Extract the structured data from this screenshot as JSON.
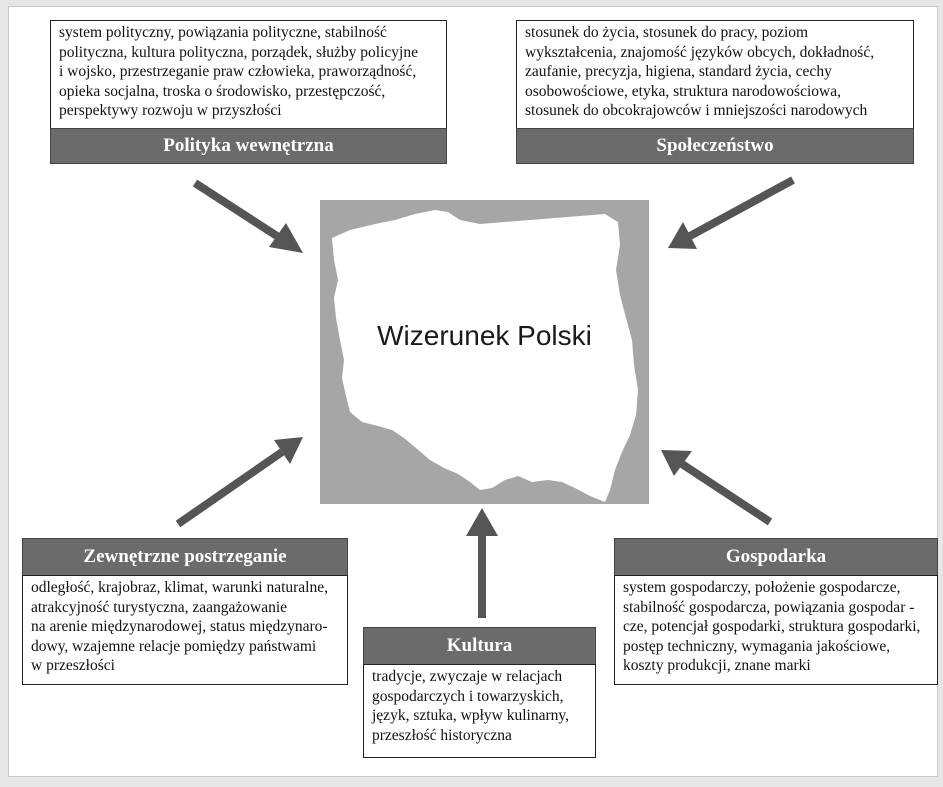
{
  "title": "Wizerunek Polski",
  "polityka": {
    "header": "Polityka wewnętrzna",
    "text": "system polityczny, powiązania polityczne, stabilność\npolityczna, kultura polityczna, porządek, służby policyjne\ni wojsko, przestrzeganie praw człowieka, praworządność,\nopieka socjalna, troska o  środowisko, przestępczość,\nperspektywy rozwoju w przyszłości"
  },
  "spoleczenstwo": {
    "header": "Społeczeństwo",
    "text": "stosunek do życia, stosunek do pracy, poziom\nwykształcenia, znajomość języków obcych, dokładność,\nzaufanie, precyzja, higiena, standard życia, cechy\nosobowościowe, etyka, struktura narodowościowa,\nstosunek do obcokrajowców i mniejszości narodowych"
  },
  "zewnetrzne": {
    "header": "Zewnętrzne postrzeganie",
    "text": "odległość, krajobraz, klimat, warunki naturalne,\natrakcyjność turystyczna, zaangażowanie\nna arenie międzynarodowej, status międzynaro-\ndowy, wzajemne relacje pomiędzy państwami\nw przeszłości"
  },
  "kultura": {
    "header": "Kultura",
    "text": "tradycje, zwyczaje w  relacjach\ngospodarczych i  towarzyskich,\njęzyk, sztuka, wpływ kulinarny,\nprzeszłość historyczna"
  },
  "gospodarka": {
    "header": "Gospodarka",
    "text": "system gospodarczy, położenie gospodarcze,\nstabilność gospodarcza, powiązania gospodar  -\ncze, potencjał gospodarki, struktura gospodarki,\npostęp techniczny, wymagania jakościowe,\nkoszty produkcji, znane marki"
  }
}
